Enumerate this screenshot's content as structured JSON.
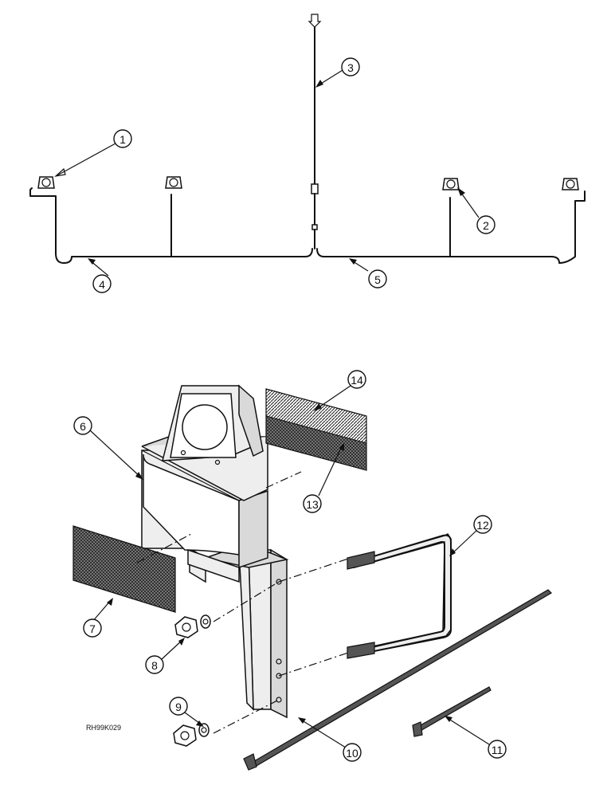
{
  "diagram": {
    "callouts": [
      "1",
      "2",
      "3",
      "4",
      "5",
      "6",
      "7",
      "8",
      "9",
      "10",
      "11",
      "12",
      "13",
      "14"
    ],
    "drawing_code": "RH99K029"
  },
  "colors": {
    "line": "#111111",
    "background": "#ffffff",
    "reflector": "#444444"
  }
}
